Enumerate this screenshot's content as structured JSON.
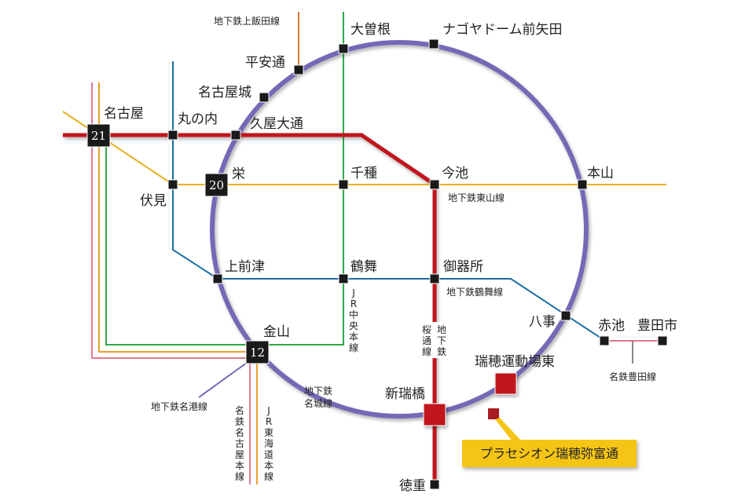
{
  "colors": {
    "meijo": "#7469b6",
    "sakuradori": "#c0141e",
    "higashiyama": "#e8b020",
    "tsurumai": "#1c6ea4",
    "jr_chuo": "#2fa84a",
    "kamiiida": "#d2783a",
    "meitetsu": "#e07a8c",
    "jr_tokaido": "#e8a030",
    "highlight": "#f5c518"
  },
  "stations": {
    "nagoya": "名古屋",
    "marunouchi": "丸の内",
    "hisaya_odori": "久屋大通",
    "nagoyajo": "名古屋城",
    "heian_dori": "平安通",
    "ozone": "大曽根",
    "nagoya_dome": "ナゴヤドーム前矢田",
    "fushimi": "伏見",
    "sakae": "栄",
    "chikusa": "千種",
    "imaike": "今池",
    "motoyama": "本山",
    "kamimaezu": "上前津",
    "tsurumai": "鶴舞",
    "gokiso": "御器所",
    "yagoto": "八事",
    "akaike": "赤池",
    "toyotashi": "豊田市",
    "kanayama": "金山",
    "mizuho_east": "瑞穂運動場東",
    "arahata": "新瑞橋",
    "tokushige": "徳重"
  },
  "interchange_numbers": {
    "nagoya": "21",
    "sakae": "20",
    "kanayama": "12"
  },
  "lines": {
    "kamiiida": "地下鉄上飯田線",
    "higashiyama": "地下鉄東山線",
    "tsurumai": "地下鉄鶴舞線",
    "jr_chuo": [
      "J",
      "R",
      "中",
      "央",
      "本",
      "線"
    ],
    "sakuradori": [
      "地",
      "下",
      "鉄"
    ],
    "sakuradori2": [
      "桜",
      "通",
      "線"
    ],
    "meitetsu_toyota": "名鉄豊田線",
    "meiko": "地下鉄名港線",
    "meitetsu_nagoya": [
      "名",
      "鉄",
      "名",
      "古",
      "屋",
      "本",
      "線"
    ],
    "jr_tokaido": [
      "J",
      "R",
      "東",
      "海",
      "道",
      "本",
      "線"
    ],
    "meijo": [
      "地下鉄",
      "名城線"
    ]
  },
  "property": {
    "name": "プラセシオン瑞穂弥富通"
  }
}
